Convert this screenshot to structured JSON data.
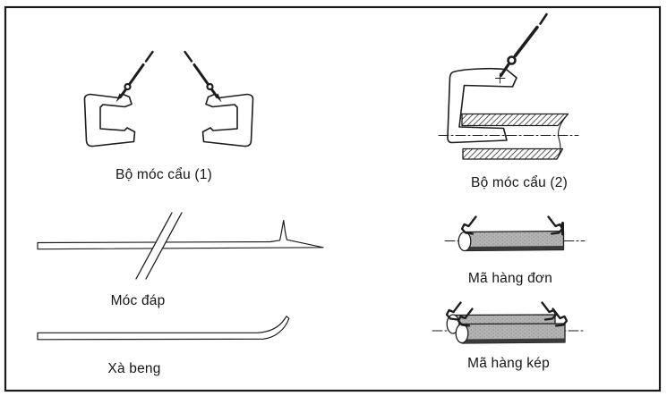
{
  "figure": {
    "kind": "technical-equipment-diagram",
    "items": [
      {
        "id": "hook-set-1",
        "label": "Bộ móc cẩu (1)"
      },
      {
        "id": "hook-set-2",
        "label": "Bộ móc cẩu (2)"
      },
      {
        "id": "moc-dap",
        "label": "Móc đáp"
      },
      {
        "id": "xa-beng",
        "label": "Xà beng"
      },
      {
        "id": "single-load",
        "label": "Mã hàng đơn"
      },
      {
        "id": "double-load",
        "label": "Mã hàng kép"
      }
    ],
    "colors": {
      "line": "#1d1d1d",
      "background": "#ffffff",
      "cylinder_fill": "#b4b4b4",
      "cylinder_shadow": "#3a3a3a"
    }
  }
}
